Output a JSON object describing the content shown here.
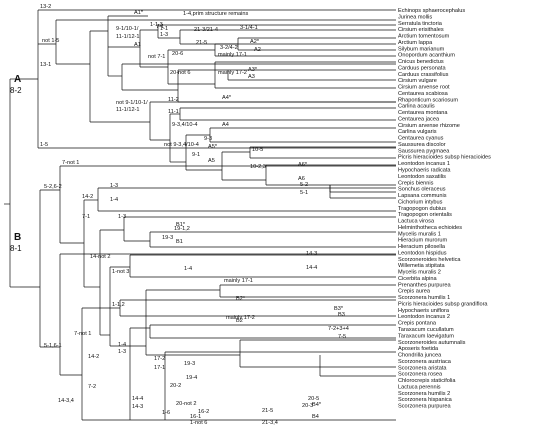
{
  "groups": [
    {
      "letter": "A",
      "code": "8-2"
    },
    {
      "letter": "B",
      "code": "8-1"
    }
  ],
  "branch_labels": [
    {
      "text": "13-2"
    },
    {
      "text": "not 1-5"
    },
    {
      "text": "13-1"
    },
    {
      "text": "1-5"
    },
    {
      "text": "9-1/10-1/"
    },
    {
      "text": "11-1/12-1"
    },
    {
      "text": "A1*"
    },
    {
      "text": "A1"
    },
    {
      "text": "7-1"
    },
    {
      "text": "1-4,prim structure remains"
    },
    {
      "text": "1-1,3"
    },
    {
      "text": "1-1"
    },
    {
      "text": "1-3"
    },
    {
      "text": "21-3/21-4"
    },
    {
      "text": "3-1/4-1"
    },
    {
      "text": "21-5"
    },
    {
      "text": "A2*"
    },
    {
      "text": "3-2/4-2"
    },
    {
      "text": "A2"
    },
    {
      "text": "not 7-1"
    },
    {
      "text": "20-6"
    },
    {
      "text": "mainly 17-1"
    },
    {
      "text": "20-not 6"
    },
    {
      "text": "mainly 17-2"
    },
    {
      "text": "A3*"
    },
    {
      "text": "A3"
    },
    {
      "text": "not 9-1/10-1/"
    },
    {
      "text": "11-1/12-1"
    },
    {
      "text": "11-2"
    },
    {
      "text": "A4*"
    },
    {
      "text": "11-1"
    },
    {
      "text": "9-3,4/10-4"
    },
    {
      "text": "A4"
    },
    {
      "text": "9-3"
    },
    {
      "text": "not 9-3,4/10-4"
    },
    {
      "text": "A5*"
    },
    {
      "text": "9-1"
    },
    {
      "text": "A5"
    },
    {
      "text": "10-5"
    },
    {
      "text": "A6*"
    },
    {
      "text": "10-2,3"
    },
    {
      "text": "A6"
    },
    {
      "text": "5-2"
    },
    {
      "text": "5-1"
    },
    {
      "text": "7-not 1"
    },
    {
      "text": "5-2,6-2"
    },
    {
      "text": "14-2"
    },
    {
      "text": "1-3"
    },
    {
      "text": "1-4"
    },
    {
      "text": "7-1"
    },
    {
      "text": "19-1,2"
    },
    {
      "text": "1-3"
    },
    {
      "text": "B1*"
    },
    {
      "text": "19-3"
    },
    {
      "text": "B1"
    },
    {
      "text": "14-not 2"
    },
    {
      "text": "14-3"
    },
    {
      "text": "1-4"
    },
    {
      "text": "14-4"
    },
    {
      "text": "1-not 3"
    },
    {
      "text": "1-1,2"
    },
    {
      "text": "mainly 17-1"
    },
    {
      "text": "B2*"
    },
    {
      "text": "B3*"
    },
    {
      "text": "mainly 17-2"
    },
    {
      "text": "B2"
    },
    {
      "text": "B3"
    },
    {
      "text": "7-2+3+4"
    },
    {
      "text": "7-5"
    },
    {
      "text": "7-not 1"
    },
    {
      "text": "5-1,6-1"
    },
    {
      "text": "1-4"
    },
    {
      "text": "14-2"
    },
    {
      "text": "1-3"
    },
    {
      "text": "17-2"
    },
    {
      "text": "19-3"
    },
    {
      "text": "17-1"
    },
    {
      "text": "19-4"
    },
    {
      "text": "7-2"
    },
    {
      "text": "20-2"
    },
    {
      "text": "14-4"
    },
    {
      "text": "20-5"
    },
    {
      "text": "20-not 2"
    },
    {
      "text": "20-3"
    },
    {
      "text": "14-3,4"
    },
    {
      "text": "14-3"
    },
    {
      "text": "1-6"
    },
    {
      "text": "16-2"
    },
    {
      "text": "1-not 6"
    },
    {
      "text": "16-1"
    },
    {
      "text": "21-5"
    },
    {
      "text": "B4*"
    },
    {
      "text": "21-3,4"
    },
    {
      "text": "B4"
    }
  ],
  "taxa": [
    "Echinops sphaerocephalus",
    "Jurinea mollis",
    "Serratula tinctoria",
    "Cirsium erisithales",
    "Arctium tomentosum",
    "Arctium lappa",
    "Silybum marianum",
    "Onopordum acanthium",
    "Cnicus benedictus",
    "Carduus personata",
    "Carduus crassifolius",
    "Cirsium vulgare",
    "Cirsium arvense root",
    "Centaurea scabiosa",
    "Rhaponticum scariosum",
    "Carlina acaulis",
    "Centaurea montana",
    "Centaurea jacea",
    "Cirsium arvense rhizome",
    "Carlina vulgaris",
    "Centaurea cyanus",
    "Saussurea discolor",
    "Saussurea pygmaea",
    "Picris hieracioides subsp hieracioides",
    "Leontodon incanus 1",
    "Hypochaeris radicata",
    "Leontodon saxatilis",
    "Crepis biennis",
    "Sonchus oleraceus",
    "Lapsana communis",
    "Cichorium intybus",
    "Tragopogon dubius",
    "Tragopogon orientalis",
    "Lactuca virosa",
    "Helminthotheca echioides",
    "Mycelis muralis 1",
    "Hieracium murorum",
    "Hieracium pilosella",
    "Leontodon hispidus",
    "Scorzoneroides helvetica",
    "Willemetia stipitata",
    "Mycelis muralis 2",
    "Cicerbita alpina",
    "Prenanthes purpurea",
    "Crepis aurea",
    "Scorzonera humilis 1",
    "Picris hieracioides subsp grandiflora",
    "Hypochaeris uniflora",
    "Leontodon incanus 2",
    "Crepis pontana",
    "Taraxacum cucullatum",
    "Taraxacum laevigatum",
    "Scorzoneroides autumnalis",
    "Aposeris foetida",
    "Chondrilla juncea",
    "Scorzonera austriaca",
    "Scorzonera aristata",
    "Scorzonera rosea",
    "Chlorocrepis staticifolia",
    "Lactuca perennis",
    "Scorzonera humilis 2",
    "Scorzonera hispanica",
    "Scorzonera purpurea"
  ]
}
